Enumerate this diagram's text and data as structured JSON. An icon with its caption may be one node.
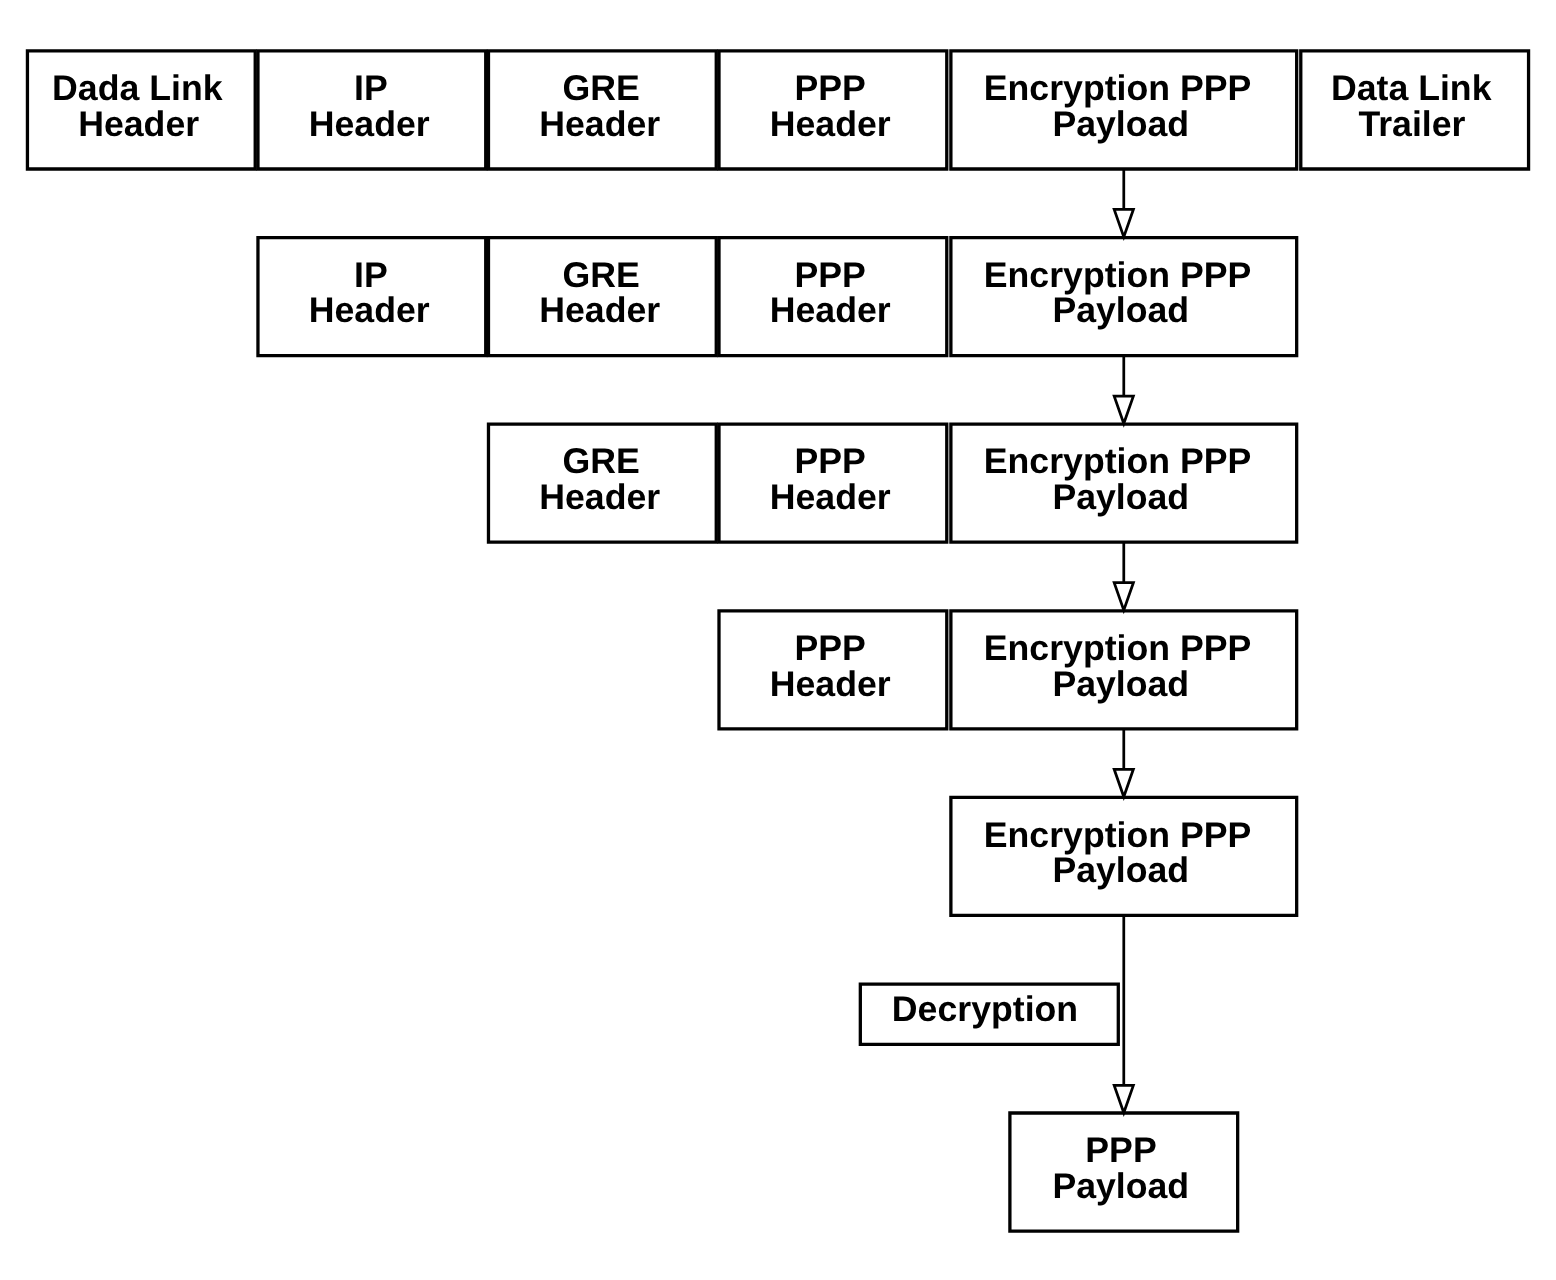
{
  "diagram": {
    "nodes": [
      {
        "text": [
          "Dada Link Header"
        ]
      },
      {
        "text": [
          "IP Header"
        ]
      },
      {
        "text": [
          "GRE Header"
        ]
      },
      {
        "text": [
          "PPP Header"
        ]
      },
      {
        "text": [
          "Encryption PPP Payload"
        ]
      },
      {
        "text": [
          "Data Link Trailer"
        ]
      },
      {
        "text": [
          "IP Header"
        ]
      },
      {
        "text": [
          "GRE Header"
        ]
      },
      {
        "text": [
          "PPP Header"
        ]
      },
      {
        "text": [
          "Encryption PPP Payload"
        ]
      },
      {
        "text": [
          "GRE Header"
        ]
      },
      {
        "text": [
          "PPP Header"
        ]
      },
      {
        "text": [
          "Encryption PPP Payload"
        ]
      },
      {
        "text": [
          "PPP Header"
        ]
      },
      {
        "text": [
          "Encryption PPP Payload"
        ]
      },
      {
        "text": [
          "Encryption PPP Payload"
        ]
      },
      {
        "text": [
          "Decryption"
        ]
      },
      {
        "text": [
          "PPP Payload"
        ]
      }
    ],
    "edges": [
      {
        "from": 4,
        "to": 9,
        "arrow": "to"
      },
      {
        "from": 9,
        "to": 12,
        "arrow": "to"
      },
      {
        "from": 12,
        "to": 14,
        "arrow": "to"
      },
      {
        "from": 14,
        "to": 15,
        "arrow": "to"
      },
      {
        "from": 15,
        "to": 17,
        "arrow": "to"
      }
    ]
  }
}
